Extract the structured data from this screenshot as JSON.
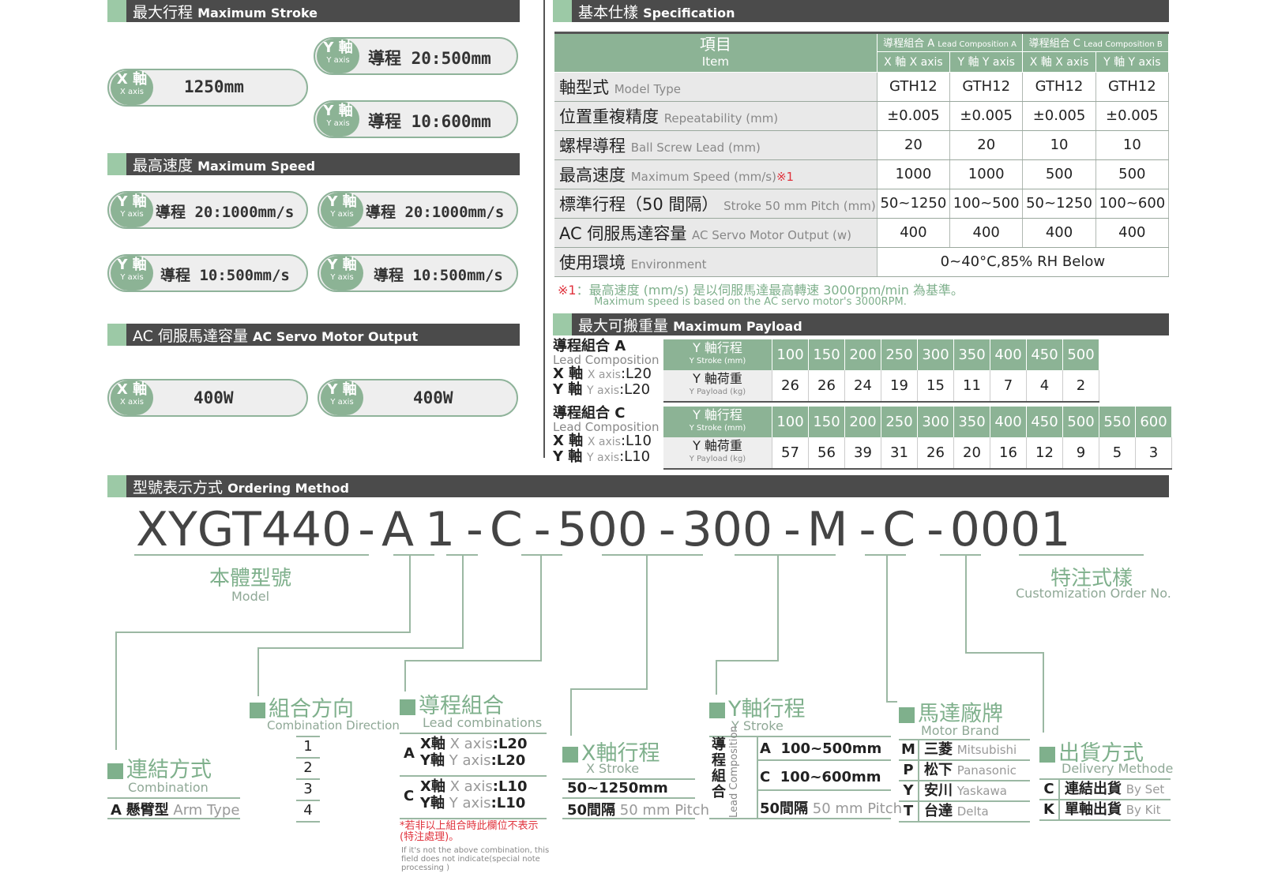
{
  "left": {
    "stroke_title": "最大行程",
    "stroke_title_en": "Maximum Stroke",
    "x_axis_badge": "X 軸",
    "x_axis_en": "X axis",
    "y_axis_badge": "Y 軸",
    "y_axis_en": "Y axis",
    "x_stroke": "1250mm",
    "y_stroke_1": "導程 20:500mm",
    "y_stroke_2": "導程 10:600mm",
    "speed_title": "最高速度",
    "speed_title_en": "Maximum Speed",
    "speed_1": "導程 20:1000mm/s",
    "speed_2": "導程 20:1000mm/s",
    "speed_3": "導程 10:500mm/s",
    "speed_4": "導程 10:500mm/s",
    "motor_title": "AC 伺服馬達容量",
    "motor_title_en": "AC Servo Motor Output",
    "motor_x": "400W",
    "motor_y": "400W"
  },
  "spec": {
    "title": "基本仕樣",
    "title_en": "Specification",
    "item": "項目",
    "item_en": "Item",
    "lead_a": "導程組合 A",
    "lead_a_en": "Lead Composition A",
    "lead_c": "導程組合 C",
    "lead_c_en": "Lead Composition B",
    "x_col": "X 軸",
    "x_col_en": "X axis",
    "y_col": "Y 軸",
    "y_col_en": "Y axis",
    "rows": [
      {
        "label": "軸型式",
        "en": "Model Type",
        "mark": "",
        "vals": [
          "GTH12",
          "GTH12",
          "GTH12",
          "GTH12"
        ]
      },
      {
        "label": "位置重複精度",
        "en": "Repeatability (mm)",
        "mark": "",
        "vals": [
          "±0.005",
          "±0.005",
          "±0.005",
          "±0.005"
        ]
      },
      {
        "label": "螺桿導程",
        "en": "Ball Screw Lead (mm)",
        "mark": "",
        "vals": [
          "20",
          "20",
          "10",
          "10"
        ]
      },
      {
        "label": "最高速度",
        "en": "Maximum Speed (mm/s)",
        "mark": "※1",
        "vals": [
          "1000",
          "1000",
          "500",
          "500"
        ]
      },
      {
        "label": "標準行程（50 間隔）",
        "en": "Stroke 50 mm Pitch (mm)",
        "mark": "",
        "vals": [
          "50~1250",
          "100~500",
          "50~1250",
          "100~600"
        ]
      },
      {
        "label": "AC 伺服馬達容量",
        "en": "AC Servo Motor Output (w)",
        "mark": "",
        "vals": [
          "400",
          "400",
          "400",
          "400"
        ]
      }
    ],
    "env_label": "使用環境",
    "env_en": "Environment",
    "env_val": "0~40°C,85% RH Below",
    "note_mark": "※1",
    "note": "：最高速度 (mm/s) 是以伺服馬達最高轉速 3000rpm/min 為基準。",
    "note_en": "Maximum speed is based on the AC servo motor's 3000RPM."
  },
  "payload": {
    "title": "最大可搬重量",
    "title_en": "Maximum Payload",
    "a_title": "導程組合 A",
    "a_sub": "Lead Composition",
    "c_title": "導程組合 C",
    "c_sub": "Lead Composition",
    "axis_x": "X 軸",
    "axis_y": "Y 軸",
    "axis_x_en": "X axis",
    "axis_y_en": "Y axis",
    "a_x": ":L20",
    "a_y": ":L20",
    "c_x": ":L10",
    "c_y": ":L10",
    "stroke_label": "Y 軸行程",
    "stroke_label_en": "Y Stroke (mm)",
    "load_label": "Y 軸荷重",
    "load_label_en": "Y Payload (kg)",
    "a_strokes": [
      "100",
      "150",
      "200",
      "250",
      "300",
      "350",
      "400",
      "450",
      "500"
    ],
    "a_loads": [
      "26",
      "26",
      "24",
      "19",
      "15",
      "11",
      "7",
      "4",
      "2"
    ],
    "c_strokes": [
      "100",
      "150",
      "200",
      "250",
      "300",
      "350",
      "400",
      "450",
      "500",
      "550",
      "600"
    ],
    "c_loads": [
      "57",
      "56",
      "39",
      "31",
      "26",
      "20",
      "16",
      "12",
      "9",
      "5",
      "3"
    ]
  },
  "order": {
    "title": "型號表示方式",
    "title_en": "Ordering Method",
    "code": [
      "XYGT440",
      "-",
      "A",
      "1",
      "-",
      "C",
      "-",
      "500",
      "-",
      "300",
      "-",
      "M",
      "-",
      "C",
      "-",
      "0001"
    ],
    "model": "本體型號",
    "model_en": "Model",
    "custom": "特注式樣",
    "custom_en": "Customization Order No.",
    "combination": "連結方式",
    "combination_en": "Combination",
    "comb_opt_code": "A",
    "comb_opt": "懸臂型",
    "comb_opt_en": "Arm Type",
    "direction": "組合方向",
    "direction_en": "Combination Direction",
    "direction_opts": [
      "1",
      "2",
      "3",
      "4"
    ],
    "lead": "導程組合",
    "lead_en": "Lead combinations",
    "lead_a": "A",
    "lead_c": "C",
    "lead_x": "X軸",
    "lead_y": "Y軸",
    "lead_x_en": "X axis",
    "lead_y_en": "Y axis",
    "lead_a_val": ":L20",
    "lead_c_val": ":L10",
    "lead_note": "*若非以上組合時此欄位不表示(特注處理)。",
    "lead_note_en": "If it's not the above combination, this field does not indicate(special note processing )",
    "xstroke": "X軸行程",
    "xstroke_en": "X Stroke",
    "xstroke_range": "50~1250mm",
    "xstroke_pitch": "50間隔",
    "xstroke_pitch_en": "50 mm Pitch",
    "ystroke": "Y軸行程",
    "ystroke_en": "Y Stroke",
    "ystroke_side": "導程組合",
    "ystroke_side_en": "Lead Composition",
    "ystroke_a": "A",
    "ystroke_a_val": "100~500mm",
    "ystroke_c": "C",
    "ystroke_c_val": "100~600mm",
    "ystroke_pitch": "50間隔",
    "ystroke_pitch_en": "50 mm Pitch",
    "brand": "馬達廠牌",
    "brand_en": "Motor Brand",
    "brands": [
      {
        "code": "M",
        "zh": "三菱",
        "en": "Mitsubishi"
      },
      {
        "code": "P",
        "zh": "松下",
        "en": "Panasonic"
      },
      {
        "code": "Y",
        "zh": "安川",
        "en": "Yaskawa"
      },
      {
        "code": "T",
        "zh": "台達",
        "en": "Delta"
      }
    ],
    "delivery": "出貨方式",
    "delivery_en": "Delivery Methode",
    "deliveries": [
      {
        "code": "C",
        "zh": "連結出貨",
        "en": "By Set"
      },
      {
        "code": "K",
        "zh": "單軸出貨",
        "en": "By Kit"
      }
    ]
  },
  "colors": {
    "accent": "#8cb395",
    "header": "#4b4b4b",
    "note": "#e0323c"
  }
}
